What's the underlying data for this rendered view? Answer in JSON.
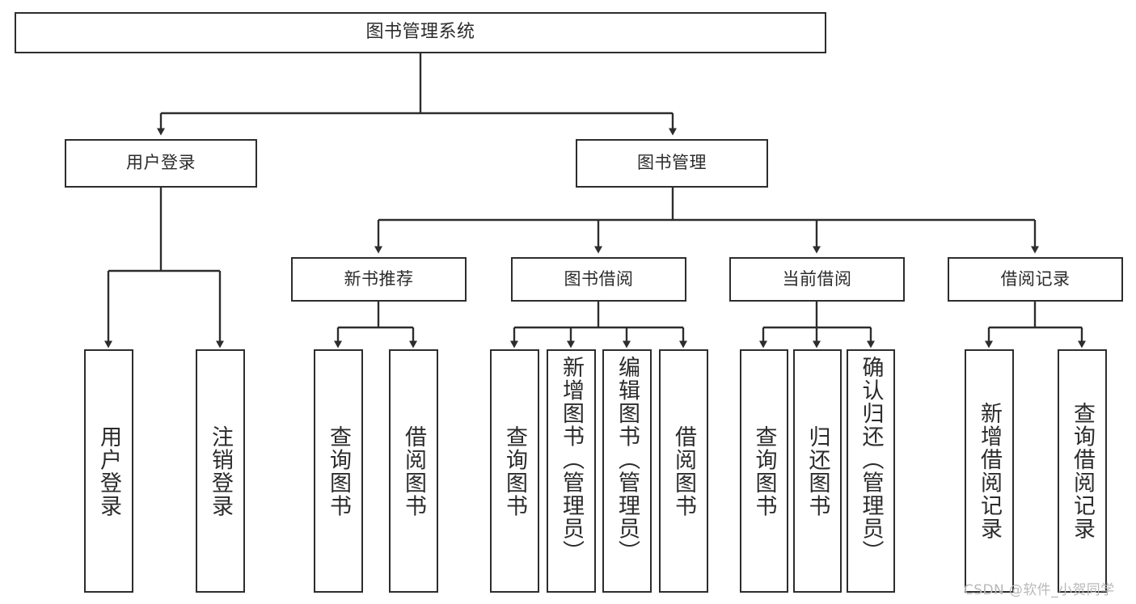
{
  "diagram": {
    "title": "图书管理系统",
    "type": "tree-structure-chart",
    "colors": {
      "stroke": "#2d2d2d",
      "text": "#2b2b2b",
      "background": "#ffffff",
      "watermark": "#b9b9b9"
    },
    "root": {
      "label": "图书管理系统"
    },
    "level2": [
      {
        "label": "用户登录"
      },
      {
        "label": "图书管理"
      }
    ],
    "level3": [
      {
        "label": "新书推荐"
      },
      {
        "label": "图书借阅"
      },
      {
        "label": "当前借阅"
      },
      {
        "label": "借阅记录"
      }
    ],
    "leaves": {
      "user_login": [
        {
          "label": "用户登录"
        },
        {
          "label": "注销登录"
        }
      ],
      "new_book_recommend": [
        {
          "label": "查询图书"
        },
        {
          "label": "借阅图书"
        }
      ],
      "book_borrow": [
        {
          "label": "查询图书"
        },
        {
          "label": "新增图书（管理员）"
        },
        {
          "label": "编辑图书（管理员）"
        },
        {
          "label": "借阅图书"
        }
      ],
      "current_borrow": [
        {
          "label": "查询图书"
        },
        {
          "label": "归还图书"
        },
        {
          "label": "确认归还（管理员）"
        }
      ],
      "borrow_record": [
        {
          "label": "新增借阅记录"
        },
        {
          "label": "查询借阅记录"
        }
      ]
    },
    "watermark": "CSDN @软件_小贺同学"
  }
}
